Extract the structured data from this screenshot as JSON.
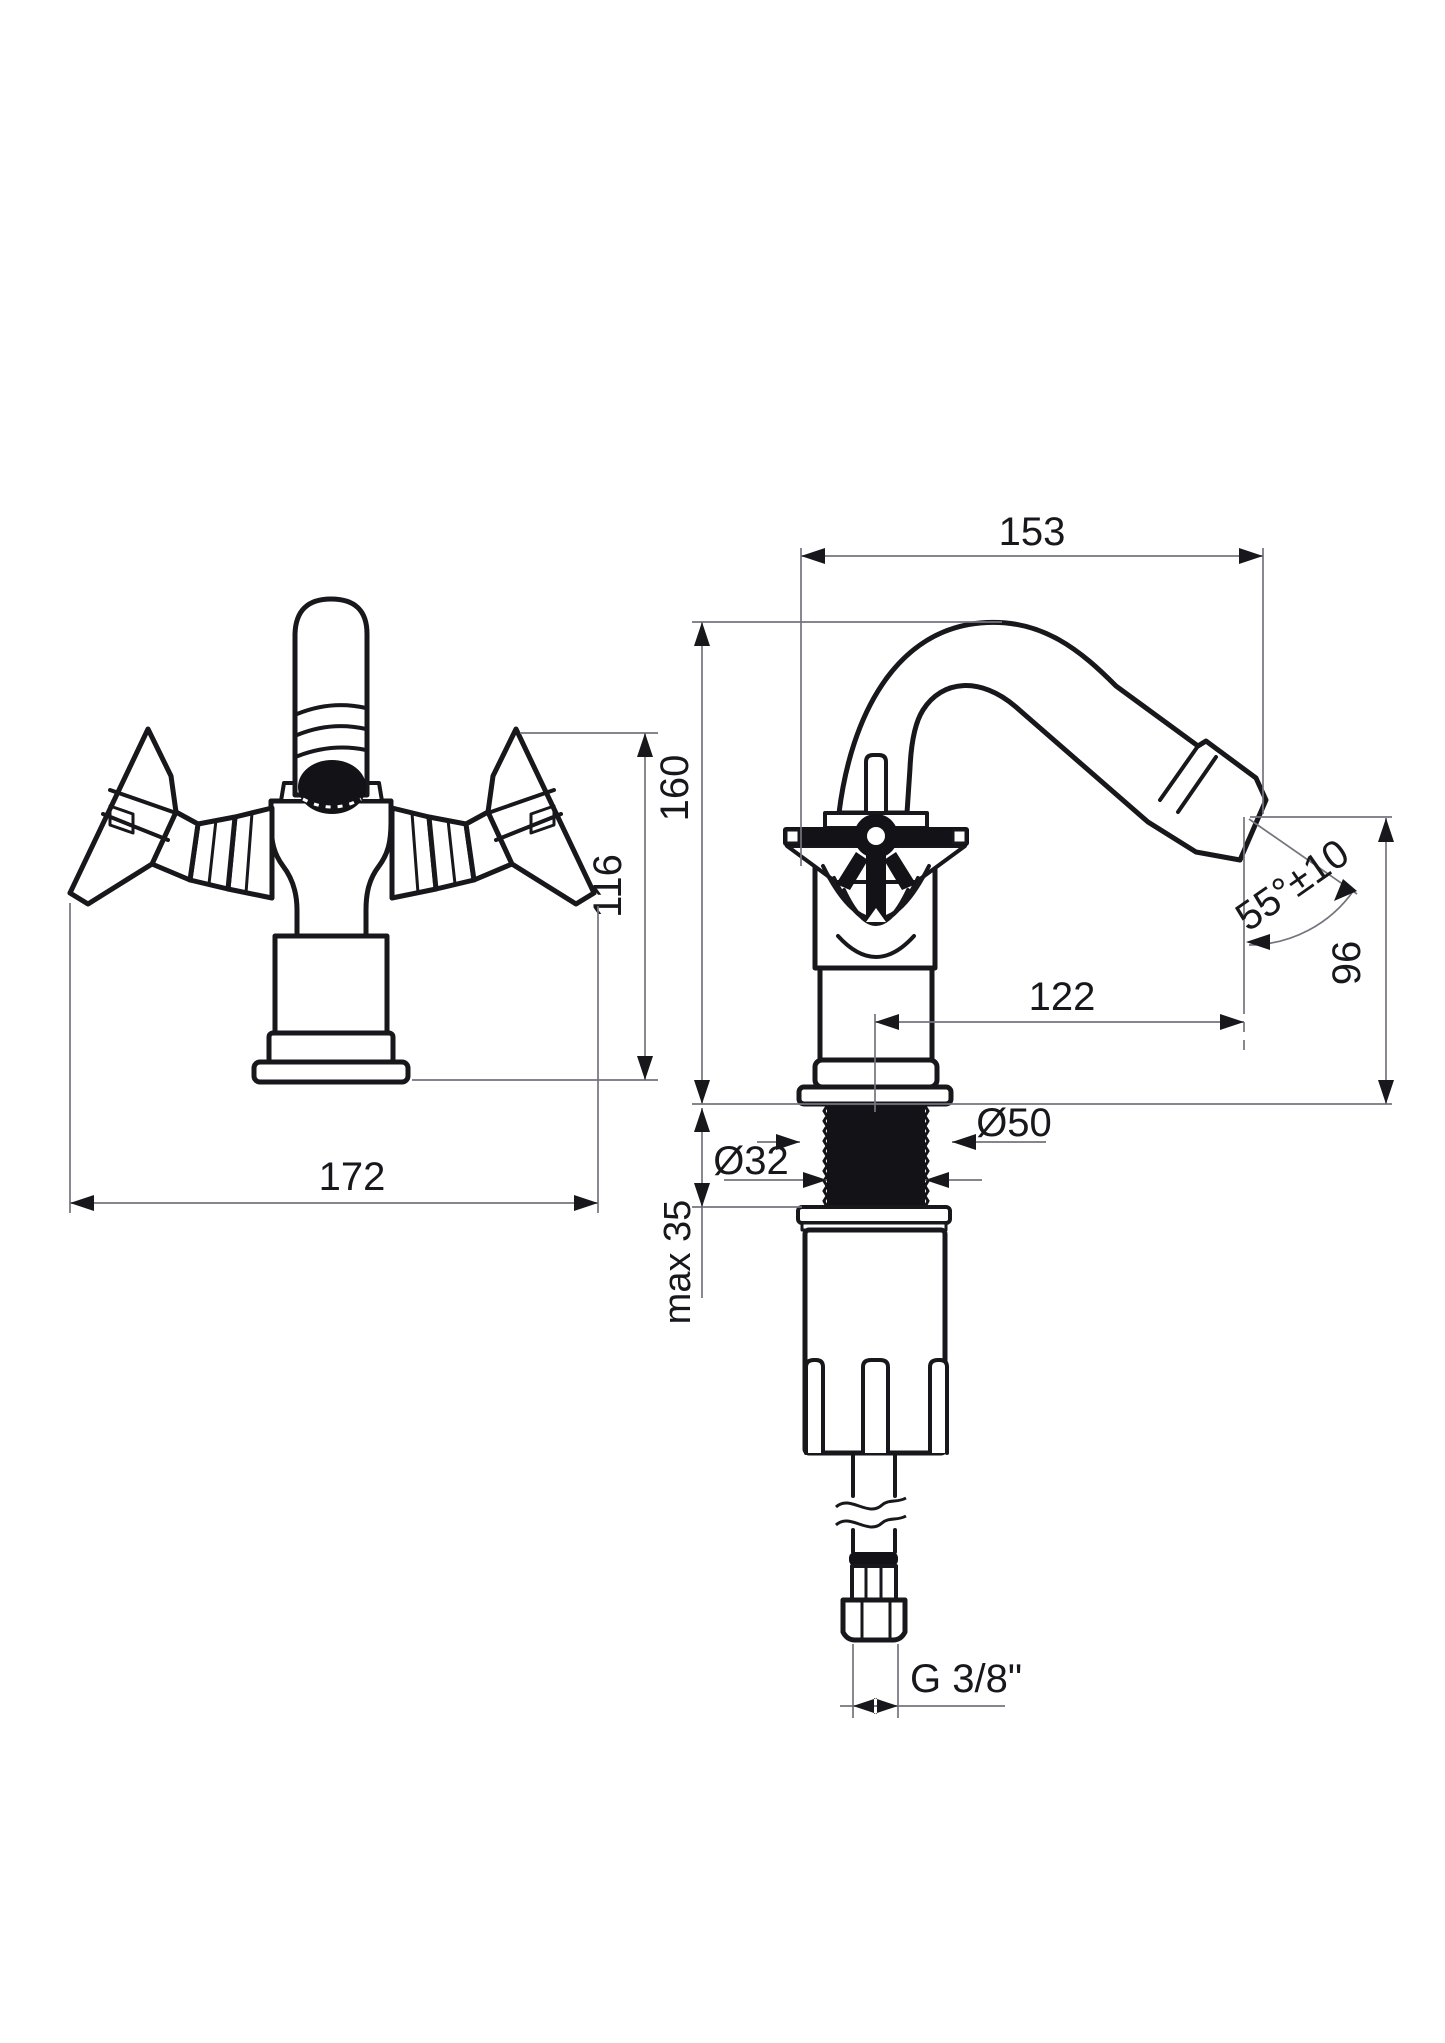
{
  "drawing": {
    "kind": "technical-dimension-drawing",
    "subject": "two-view dimensional diagram of a deck-mounted bidet mixer faucet with cross handles",
    "views": [
      "front-view",
      "side-view"
    ],
    "dims": {
      "spout_span": "153",
      "total_height": "160",
      "handle_height": "116",
      "overall_width": "172",
      "spout_reach": "122",
      "base_diameter": "Ø50",
      "shank_diameter": "Ø32",
      "max_deck": "max 35",
      "outlet_height": "96",
      "outlet_angle": "55°±10",
      "thread": "G 3/8\""
    },
    "colors": {
      "object_line": "#17171c",
      "dim_line": "#74747e",
      "text": "#17171c",
      "solid_fill": "#121217",
      "background": "#ffffff"
    }
  }
}
